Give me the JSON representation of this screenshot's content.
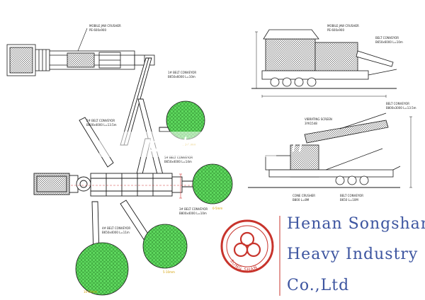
{
  "watermark": "trade.china.com",
  "company": {
    "line1": "Henan Songshan",
    "line2": "Heavy Industry",
    "line3": "Co.,Ltd"
  },
  "logo": {
    "arc_text": "SONG SHAN",
    "color": "#c8342c"
  },
  "diagram": {
    "top_view_labels": [
      "1# BELT CONVEYOR",
      "B650x6000 L=10m",
      "2# BELT CONVEYOR",
      "B800x4000 L=13.5m",
      "3# BELT CONVEYOR",
      "B800x4000 L=10m",
      "4# BELT CONVEYOR",
      "B650x4000 L=11m",
      "5# BELT CONVEYOR",
      "B650x4000 L=14m"
    ],
    "pile_labels": [
      "0-5mm",
      "5-10mm",
      "10-20mm",
      "20-40mm"
    ],
    "side_view_labels": [
      "MOBILE JAW CRUSHER",
      "PE-600x900",
      "BELT CONVEYOR",
      "B650x6000 L=10m",
      "VIBRATING SCREEN",
      "3YK1548",
      "BELT CONVEYOR",
      "B800x3000 L=13.5m",
      "CONE CRUSHER",
      "B800 L=8M",
      "BELT CONVEYOR",
      "B650 L=10M"
    ],
    "colors": {
      "line": "#1a1a1a",
      "green": "#59d659",
      "red_dim": "#d23b3b",
      "yellow": "#e3b400"
    }
  }
}
